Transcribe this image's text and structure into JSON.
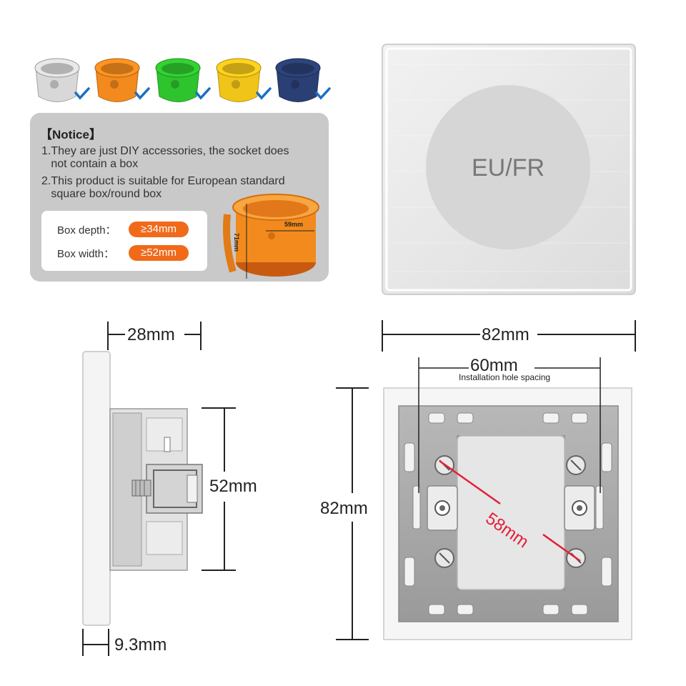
{
  "boxes": [
    {
      "color": "#d8d8d8",
      "icon": "white-junction-box"
    },
    {
      "color": "#f28a1e",
      "icon": "orange-junction-box"
    },
    {
      "color": "#2ec42e",
      "icon": "green-junction-box"
    },
    {
      "color": "#f0c419",
      "icon": "yellow-junction-box"
    },
    {
      "color": "#2a3f73",
      "icon": "navy-junction-box"
    }
  ],
  "check_color": "#1a6fc4",
  "notice": {
    "title": "【Notice】",
    "lines": [
      "1.They are just DIY accessories, the socket does",
      "   not contain a box",
      "2.This product is suitable for European standard",
      "   square box/round box"
    ],
    "specs": [
      {
        "label": "Box depth：",
        "value": "≥34mm"
      },
      {
        "label": "Box width：",
        "value": "≥52mm"
      }
    ],
    "box_image": {
      "depth_label": "71mm",
      "width_label": "59mm"
    }
  },
  "front_view": {
    "label": "EU/FR"
  },
  "side_view": {
    "depth": "28mm",
    "height": "52mm",
    "thickness": "9.3mm"
  },
  "back_view": {
    "width": "82mm",
    "hole_spacing": "60mm",
    "hole_spacing_caption": "Installation hole spacing",
    "height": "82mm",
    "diagonal": "58mm"
  },
  "colors": {
    "accent": "#f06a1a",
    "diagonal": "#e0203a"
  }
}
